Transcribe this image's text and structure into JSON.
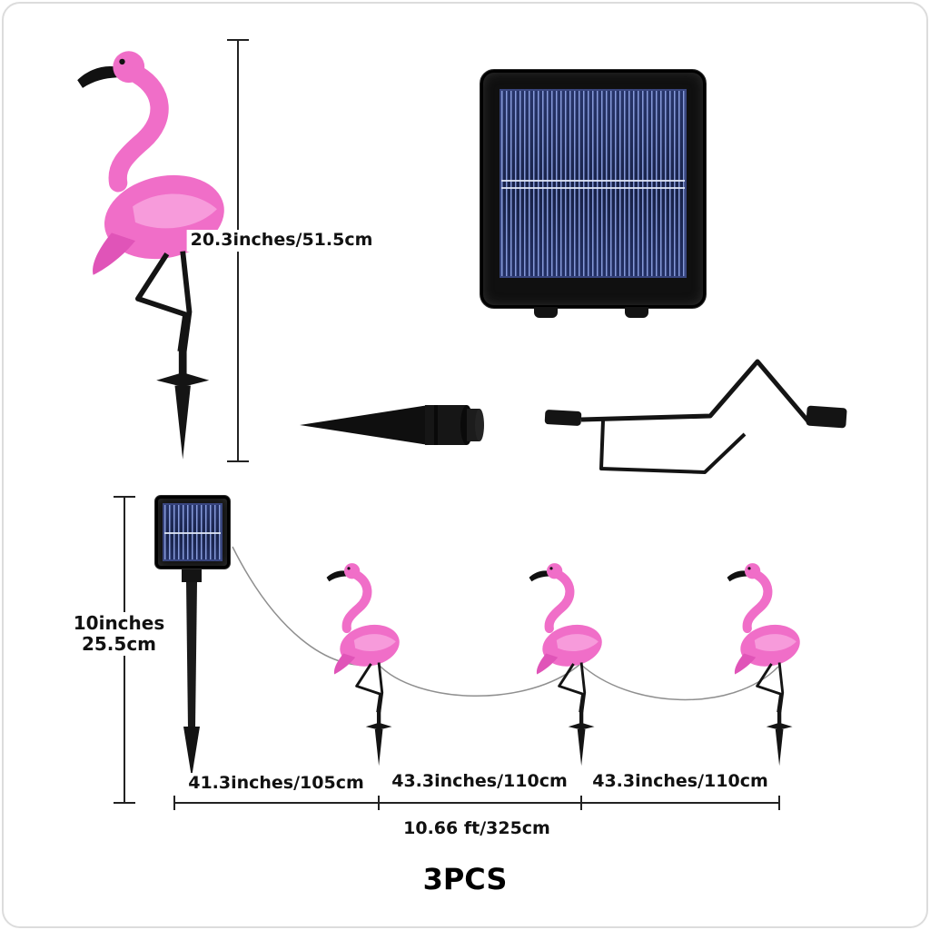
{
  "product": {
    "quantity_label": "3PCS"
  },
  "dimensions": {
    "flamingo_height": "20.3inches/51.5cm",
    "panel_stake_height_in": "10inches",
    "panel_stake_height_cm": "25.5cm",
    "spacing_panel_to_first": "41.3inches/105cm",
    "spacing_first_to_second": "43.3inches/110cm",
    "spacing_second_to_third": "43.3inches/110cm",
    "total_length": "10.66 ft/325cm"
  },
  "components": {
    "flamingo_light": "pink flamingo stake light",
    "solar_panel": "solar panel",
    "ground_spike": "ground spike",
    "mounting_bracket": "mounting bracket",
    "string_set": "solar panel with 3 flamingo lights on wire"
  },
  "colors": {
    "flamingo_pink": "#f06ec8",
    "flamingo_pink_dark": "#e054b8",
    "flamingo_pink_light": "#f8a3de",
    "solar_panel_blue": "#1b2750",
    "solar_stripe_blue": "#8ca0e1",
    "hardware_black": "#141414",
    "dimension_line": "#222222",
    "wire_gray": "#8f8f8f"
  }
}
